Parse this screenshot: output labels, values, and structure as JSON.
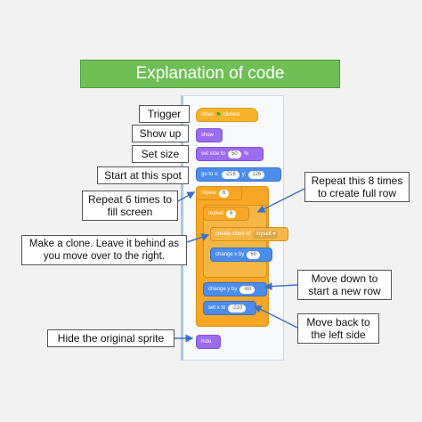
{
  "title": "Explanation of code",
  "blocks": {
    "when_prefix": "when",
    "flag_icon": "green-flag-icon",
    "when_suffix": "clicked",
    "show": "show",
    "set_size_prefix": "set size to",
    "set_size_value": "50",
    "set_size_unit": "%",
    "goto_prefix": "go to x:",
    "goto_x": "-216",
    "goto_y_label": "y:",
    "goto_y": "126",
    "repeat_outer": "repeat",
    "repeat_outer_value": "6",
    "repeat_inner": "repeat",
    "repeat_inner_value": "8",
    "create_clone": "create clone of",
    "create_clone_target": "myself",
    "change_x": "change x by",
    "change_x_value": "60",
    "change_y": "change y by",
    "change_y_value": "-60",
    "set_x": "set x to",
    "set_x_value": "-210",
    "hide": "hide"
  },
  "labels": {
    "trigger": "Trigger",
    "show_up": "Show up",
    "set_size": "Set size",
    "start": "Start at this spot",
    "repeat6": "Repeat 6 times to fill screen",
    "repeat8": "Repeat this 8 times to create full row",
    "clone": "Make a clone. Leave it behind as you move over to the right.",
    "move_down": "Move down to start a new row",
    "move_back": "Move back to the left side",
    "hide_original": "Hide the original sprite"
  },
  "colors": {
    "title_bg": "#6fbf57",
    "events": "#f7b32b",
    "looks": "#9b6bf0",
    "motion": "#4c8dec",
    "control": "#f7a625",
    "arrow": "#3a72c8"
  }
}
